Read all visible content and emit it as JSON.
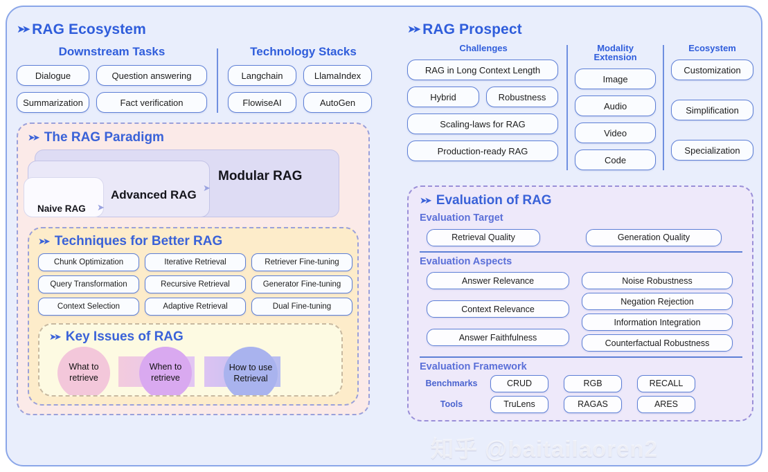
{
  "ecosystem": {
    "title": "RAG Ecosystem",
    "arrow_icon": "double-chevron-right",
    "downstream": {
      "heading": "Downstream Tasks",
      "items": [
        "Dialogue",
        "Question answering",
        "Summarization",
        "Fact verification"
      ]
    },
    "stacks": {
      "heading": "Technology Stacks",
      "items": [
        "Langchain",
        "LlamaIndex",
        "FlowiseAI",
        "AutoGen"
      ]
    }
  },
  "paradigm": {
    "heading": "The RAG Paradigm",
    "stages": [
      "Naive RAG",
      "Advanced RAG",
      "Modular RAG"
    ]
  },
  "techniques": {
    "heading": "Techniques for Better RAG",
    "items": [
      "Chunk Optimization",
      "Iterative Retrieval",
      "Retriever Fine-tuning",
      "Query Transformation",
      "Recursive Retrieval",
      "Generator Fine-tuning",
      "Context Selection",
      "Adaptive Retrieval",
      "Dual Fine-tuning"
    ]
  },
  "key_issues": {
    "heading": "Key Issues of RAG",
    "circles": [
      {
        "label": "What to retrieve",
        "color": "#f3c7da"
      },
      {
        "label": "When to retrieve",
        "color": "#d9a9f0"
      },
      {
        "label": "How to use Retrieval",
        "color": "#a9b3ee"
      }
    ]
  },
  "prospect": {
    "title": "RAG Prospect",
    "challenges": {
      "heading": "Challenges",
      "rows": [
        [
          "RAG in Long Context Length"
        ],
        [
          "Hybrid",
          "Robustness"
        ],
        [
          "Scaling-laws for RAG"
        ],
        [
          "Production-ready RAG"
        ]
      ]
    },
    "modality": {
      "heading": "Modality Extension",
      "items": [
        "Image",
        "Audio",
        "Video",
        "Code"
      ]
    },
    "ecosystem": {
      "heading": "Ecosystem",
      "items": [
        "Customization",
        "Simplification",
        "Specialization"
      ]
    }
  },
  "evaluation": {
    "heading": "Evaluation of RAG",
    "target": {
      "heading": "Evaluation Target",
      "items": [
        "Retrieval Quality",
        "Generation Quality"
      ]
    },
    "aspects": {
      "heading": "Evaluation Aspects",
      "left": [
        "Answer Relevance",
        "Context Relevance",
        "Answer Faithfulness"
      ],
      "right": [
        "Noise Robustness",
        "Negation Rejection",
        "Information Integration",
        "Counterfactual Robustness"
      ]
    },
    "framework": {
      "heading": "Evaluation Framework",
      "benchmarks_label": "Benchmarks",
      "benchmarks": [
        "CRUD",
        "RGB",
        "RECALL"
      ],
      "tools_label": "Tools",
      "tools": [
        "TruLens",
        "RAGAS",
        "ARES"
      ]
    }
  },
  "watermark": "知乎 @baitailaoren2",
  "colors": {
    "panel_bg": "#e9eefc",
    "accent_blue": "#2f5ddb",
    "pill_border": "#5d7fd6",
    "paradigm_bg": "#fbeae8",
    "techniques_bg": "#fdecca",
    "keyissues_bg": "#fdfae2",
    "evaluation_bg": "#eee9fa"
  }
}
